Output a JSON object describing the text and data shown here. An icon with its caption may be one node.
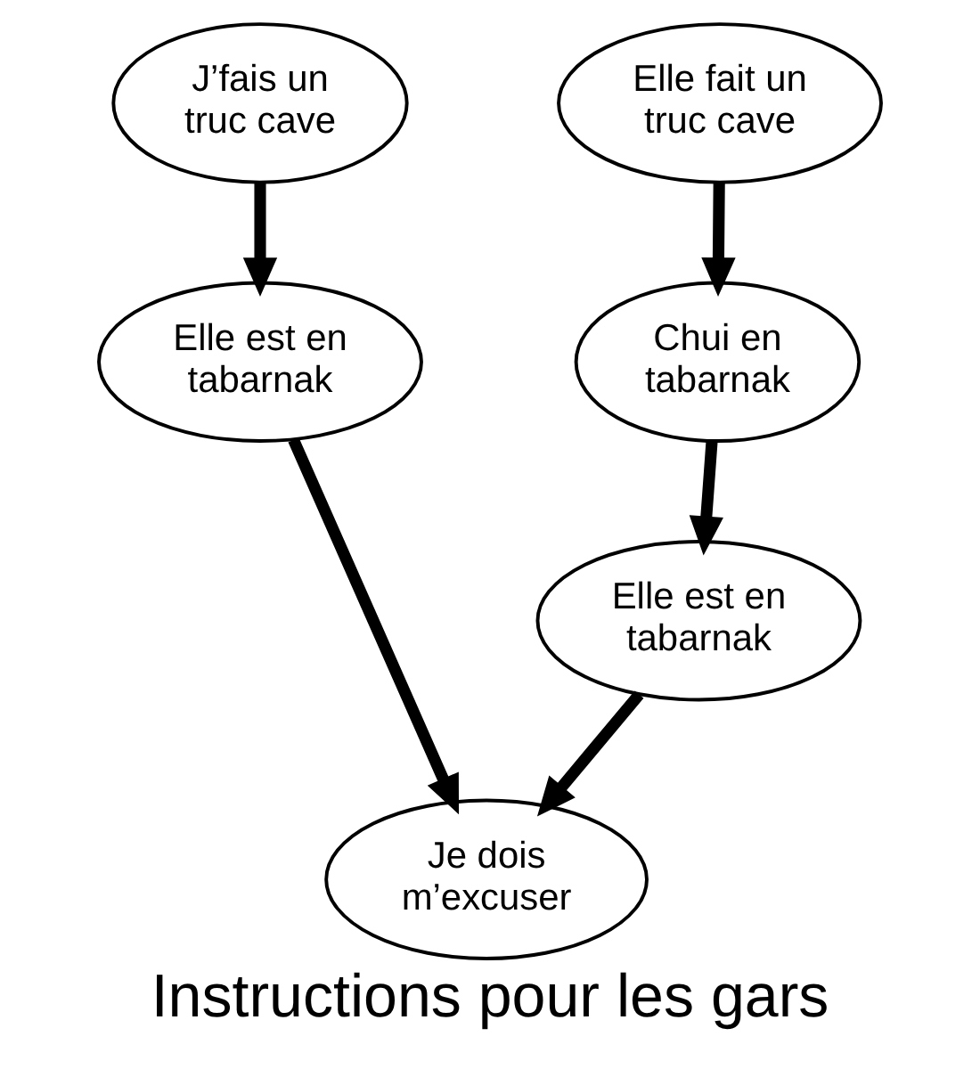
{
  "diagram": {
    "caption": "Instructions pour les gars",
    "nodes": [
      {
        "text": [
          "J’fais un truc cave"
        ]
      },
      {
        "text": [
          "Elle fait un truc cave"
        ]
      },
      {
        "text": [
          "Elle est en tabarnak"
        ]
      },
      {
        "text": [
          "Chui en tabarnak"
        ]
      },
      {
        "text": [
          "Elle est en tabarnak"
        ]
      },
      {
        "text": [
          "Je dois m’excuser"
        ]
      }
    ],
    "edges": [
      {
        "from": 0,
        "to": 2,
        "arrow": "to"
      },
      {
        "from": 1,
        "to": 3,
        "arrow": "to"
      },
      {
        "from": 3,
        "to": 4,
        "arrow": "to"
      },
      {
        "from": 2,
        "to": 5,
        "arrow": "to"
      },
      {
        "from": 4,
        "to": 5,
        "arrow": "to"
      }
    ]
  }
}
